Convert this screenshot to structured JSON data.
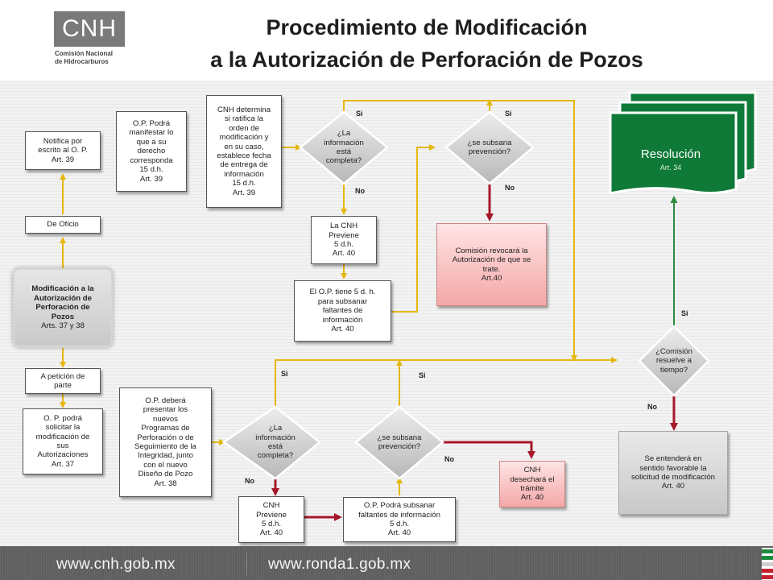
{
  "header": {
    "logo_text": "CNH",
    "logo_sub_line1": "Comisión Nacional",
    "logo_sub_line2": "de Hidrocarburos",
    "title_line1": "Procedimiento de Modificación",
    "title_line2": "a la Autorización de Perforación de Pozos"
  },
  "footer": {
    "link1": "www.cnh.gob.mx",
    "link2": "www.ronda1.gob.mx"
  },
  "colors": {
    "yellow_arrow": "#e6b711",
    "red_arrow": "#a5182a",
    "green_arrow": "#2e8b3e",
    "resolution_green": "#0f7a38"
  },
  "nodes": {
    "notifica": {
      "l1": "Notifica por",
      "l2": "escrito al O. P.",
      "l3": "Art. 39"
    },
    "de_oficio": {
      "l1": "De Oficio"
    },
    "modificacion": {
      "l1": "Modificación a la",
      "l2": "Autorización de",
      "l3": "Perforación de",
      "l4": "Pozos",
      "art": "Arts. 37 y 38"
    },
    "peticion": {
      "l1": "A petición de",
      "l2": "parte"
    },
    "op_solicitar": {
      "l1": "O. P. podrá",
      "l2": "solicitar la",
      "l3": "modificación de",
      "l4": "sus",
      "l5": "Autorizaciones",
      "l6": "Art. 37"
    },
    "op_manifestar": {
      "l1": "O.P. Podrá",
      "l2": "manifestar lo",
      "l3": "que a su",
      "l4": "derecho",
      "l5": "corresponda",
      "l6": "15 d.h.",
      "l7": "Art. 39"
    },
    "cnh_determina": {
      "l1": "CNH determina",
      "l2": "si ratifica la",
      "l3": "orden de",
      "l4": "modificación y",
      "l5": "en su caso,",
      "l6": "establece fecha",
      "l7": "de entrega de",
      "l8": "información",
      "l9": "15 d.h.",
      "l10": "Art. 39"
    },
    "d_info_top": {
      "l1": "¿La",
      "l2": "información",
      "l3": "está",
      "l4": "completa?"
    },
    "cnh_previene_top": {
      "l1": "La CNH",
      "l2": "Previene",
      "l3": "5 d.h.",
      "l4": "Art. 40"
    },
    "op_tiene": {
      "l1": "El O.P. tiene 5 d. h.",
      "l2": "para subsanar",
      "l3": "faltantes de",
      "l4": "información",
      "l5": "Art. 40"
    },
    "d_subsana_top": {
      "l1": "¿se subsana",
      "l2": "prevención?"
    },
    "revocara": {
      "l1": "Comisión revocará la",
      "l2": "Autorización de que se",
      "l3": "trate.",
      "l4": "Art.40"
    },
    "resolucion": {
      "title": "Resolución",
      "art": "Art. 34"
    },
    "d_comision": {
      "l1": "¿Comisión",
      "l2": "resuelve a",
      "l3": "tiempo?"
    },
    "favorable": {
      "l1": "Se entenderá en",
      "l2": "sentido favorable la",
      "l3": "solicitud de modificación",
      "l4": "Art. 40"
    },
    "op_presentar": {
      "l1": "O.P. deberá",
      "l2": "presentar los",
      "l3": "nuevos",
      "l4": "Programas de",
      "l5": "Perforación o de",
      "l6": "Seguimiento de la",
      "l7": "Integridad, junto",
      "l8": "con el nuevo",
      "l9": "Diseño de Pozo",
      "l10": "Art. 38"
    },
    "d_info_bottom": {
      "l1": "¿La",
      "l2": "información",
      "l3": "está",
      "l4": "completa?"
    },
    "cnh_previene_bottom": {
      "l1": "CNH",
      "l2": "Previene",
      "l3": "5 d.h.",
      "l4": "Art. 40"
    },
    "d_subsana_bottom": {
      "l1": "¿se subsana",
      "l2": "prevención?"
    },
    "op_subsanar": {
      "l1": "O.P. Podrá subsanar",
      "l2": "faltantes de información",
      "l3": "5 d.h.",
      "l4": "Art. 40"
    },
    "desechara": {
      "l1": "CNH",
      "l2": "desechará el",
      "l3": "trámite",
      "l4": "Art. 40"
    }
  },
  "edge_labels": {
    "si": "Si",
    "no": "No"
  }
}
